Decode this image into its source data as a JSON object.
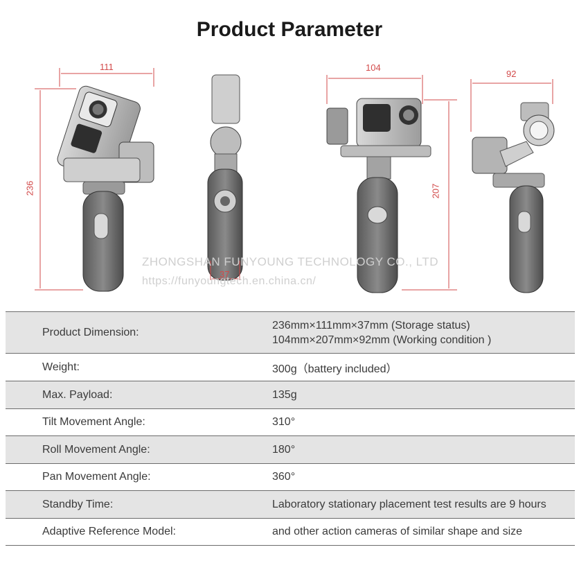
{
  "title": "Product Parameter",
  "dimensions": {
    "fig1_width": "111",
    "fig1_height": "236",
    "fig2_width": "37",
    "fig3_width": "104",
    "fig3_height": "207",
    "fig4_width": "92"
  },
  "watermark": {
    "company": "ZHONGSHAN FUNYOUNG TECHNOLOGY CO., LTD",
    "url": "https://funyoungtech.en.china.cn/"
  },
  "colors": {
    "dimension": "#d24a4a",
    "row_shade": "#e4e4e4",
    "border": "#6b6b6b"
  },
  "specs": [
    {
      "label": "Product Dimension:",
      "values": [
        "236mm×111mm×37mm (Storage status)",
        "104mm×207mm×92mm (Working condition )"
      ]
    },
    {
      "label": "Weight:",
      "values": [
        "300g（battery included）"
      ]
    },
    {
      "label": "Max. Payload:",
      "values": [
        "135g"
      ]
    },
    {
      "label": "Tilt Movement Angle:",
      "values": [
        "310°"
      ]
    },
    {
      "label": "Roll Movement Angle:",
      "values": [
        "180°"
      ]
    },
    {
      "label": "Pan Movement Angle:",
      "values": [
        "360°"
      ]
    },
    {
      "label": "Standby Time:",
      "values": [
        "Laboratory stationary placement test results are 9 hours"
      ]
    },
    {
      "label": "Adaptive Reference Model:",
      "values": [
        "and other action cameras of similar shape and size"
      ]
    }
  ]
}
